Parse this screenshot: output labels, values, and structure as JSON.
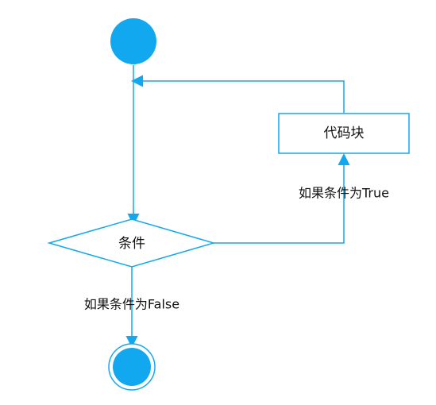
{
  "diagram": {
    "type": "flowchart",
    "accent_color": "#12A8EF",
    "line_color": "#12A8EF",
    "nodes": {
      "start": {
        "shape": "filled-circle",
        "label": ""
      },
      "code_block": {
        "shape": "rectangle",
        "label": "代码块"
      },
      "condition": {
        "shape": "diamond",
        "label": "条件"
      },
      "end": {
        "shape": "double-circle",
        "label": ""
      }
    },
    "edges": {
      "start_to_condition": {
        "label": ""
      },
      "condition_to_code_block": {
        "label": "如果条件为True"
      },
      "code_block_loop_back": {
        "label": ""
      },
      "condition_to_end": {
        "label": "如果条件为False"
      }
    }
  }
}
